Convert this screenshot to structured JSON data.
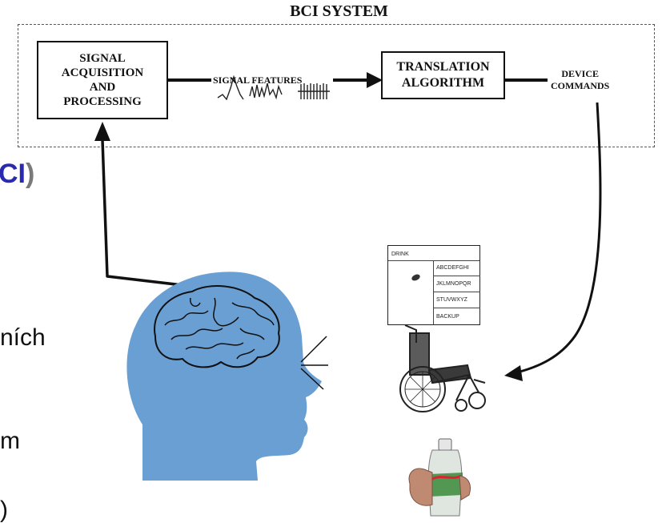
{
  "heading": "BCI SYSTEM",
  "blocks": {
    "acquisition": "SIGNAL\nACQUISITION\nAND\nPROCESSING",
    "translation": "TRANSLATION\nALGORITHM"
  },
  "labels": {
    "signal_features": "SIGNAL FEATURES",
    "device_commands": "DEVICE\nCOMMANDS"
  },
  "screen": {
    "word": "DRINK",
    "menu": [
      "ABCDEFGHI",
      "JKLMNOPQR",
      "STUVWXYZ",
      "BACKUP"
    ]
  },
  "slide_fragments": {
    "title_acronym": "CI",
    "title_paren": ")",
    "line1": "ních",
    "line2": "m",
    "line3": ")"
  },
  "colors": {
    "head": "#6a9fd4",
    "line": "#111111",
    "acronym": "#2a2ab0"
  },
  "icons": [
    "head-silhouette-icon",
    "brain-icon",
    "wheelchair-icon",
    "hand-bottle-icon"
  ]
}
